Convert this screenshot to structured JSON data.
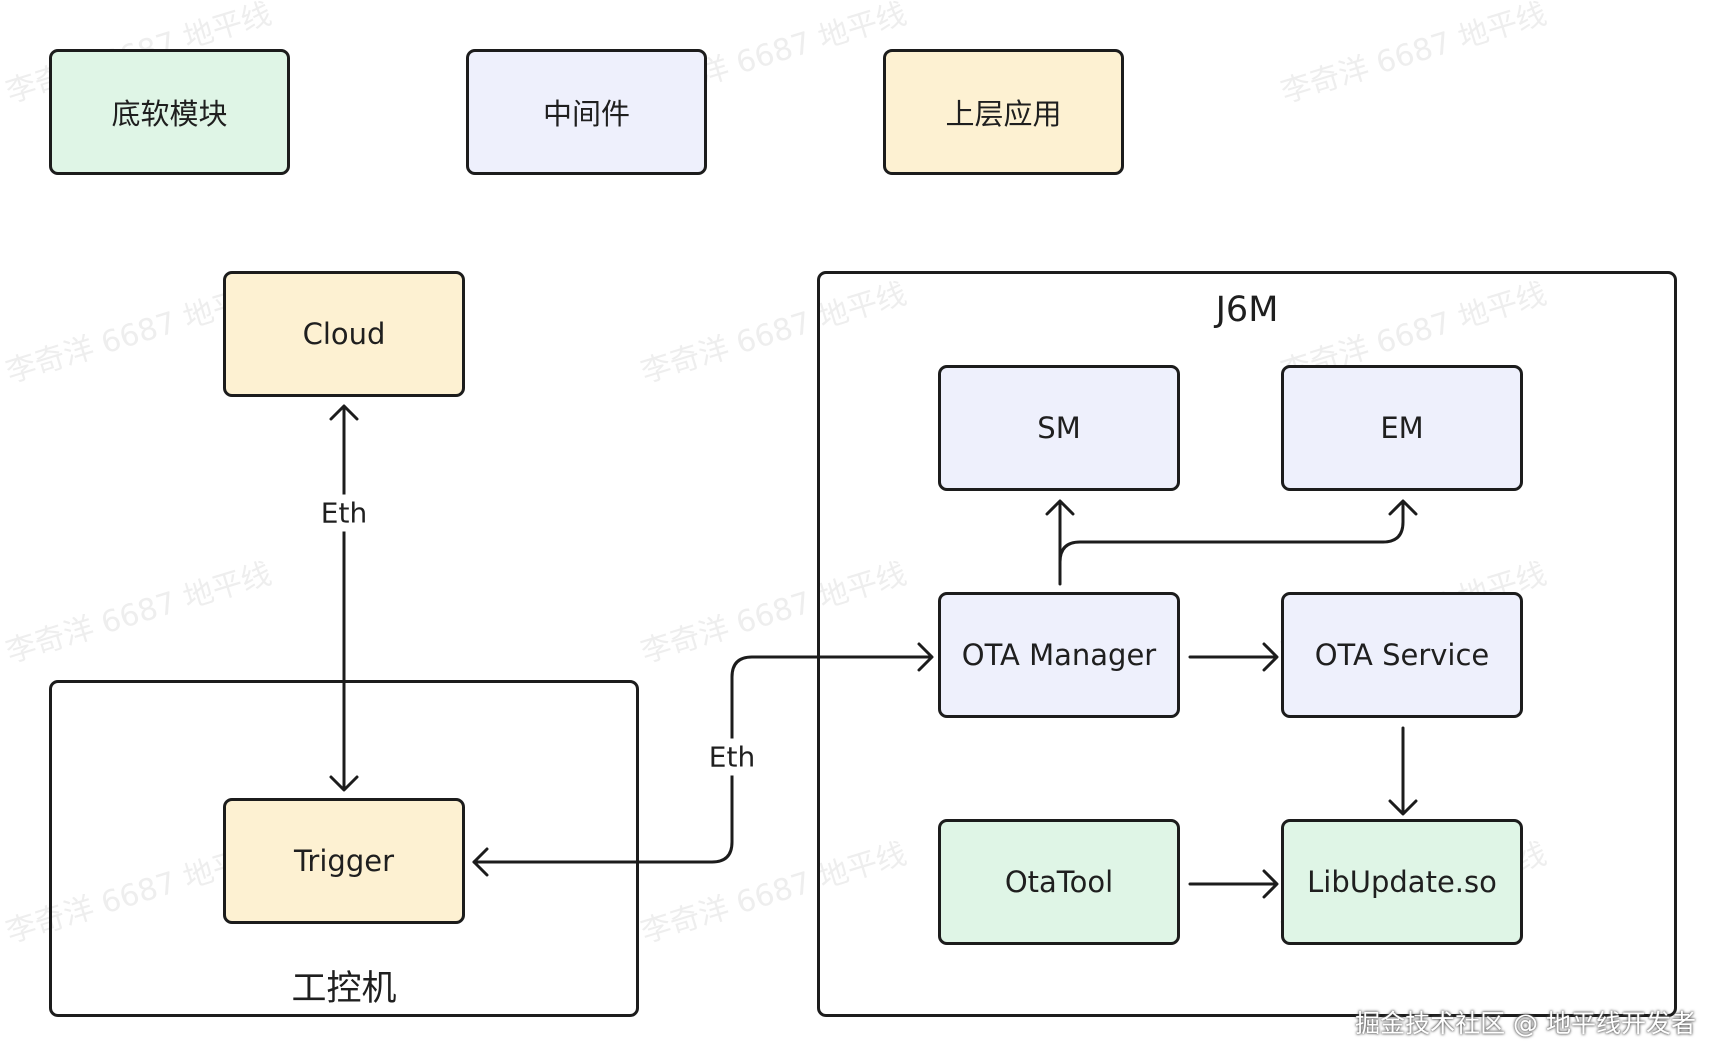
{
  "legend": {
    "low": "底软模块",
    "mid": "中间件",
    "upper": "上层应用"
  },
  "nodes": {
    "cloud": "Cloud",
    "trigger": "Trigger",
    "sm": "SM",
    "em": "EM",
    "ota_manager": "OTA Manager",
    "ota_service": "OTA Service",
    "otatool": "OtaTool",
    "libupdate": "LibUpdate.so"
  },
  "groups": {
    "industrial_pc": "工控机",
    "j6m": "J6M"
  },
  "edges": {
    "cloud_trigger": "Eth",
    "trigger_ota": "Eth"
  },
  "watermark": "李奇洋 6687 地平线",
  "footer": "掘金技术社区 @ 地平线开发者"
}
